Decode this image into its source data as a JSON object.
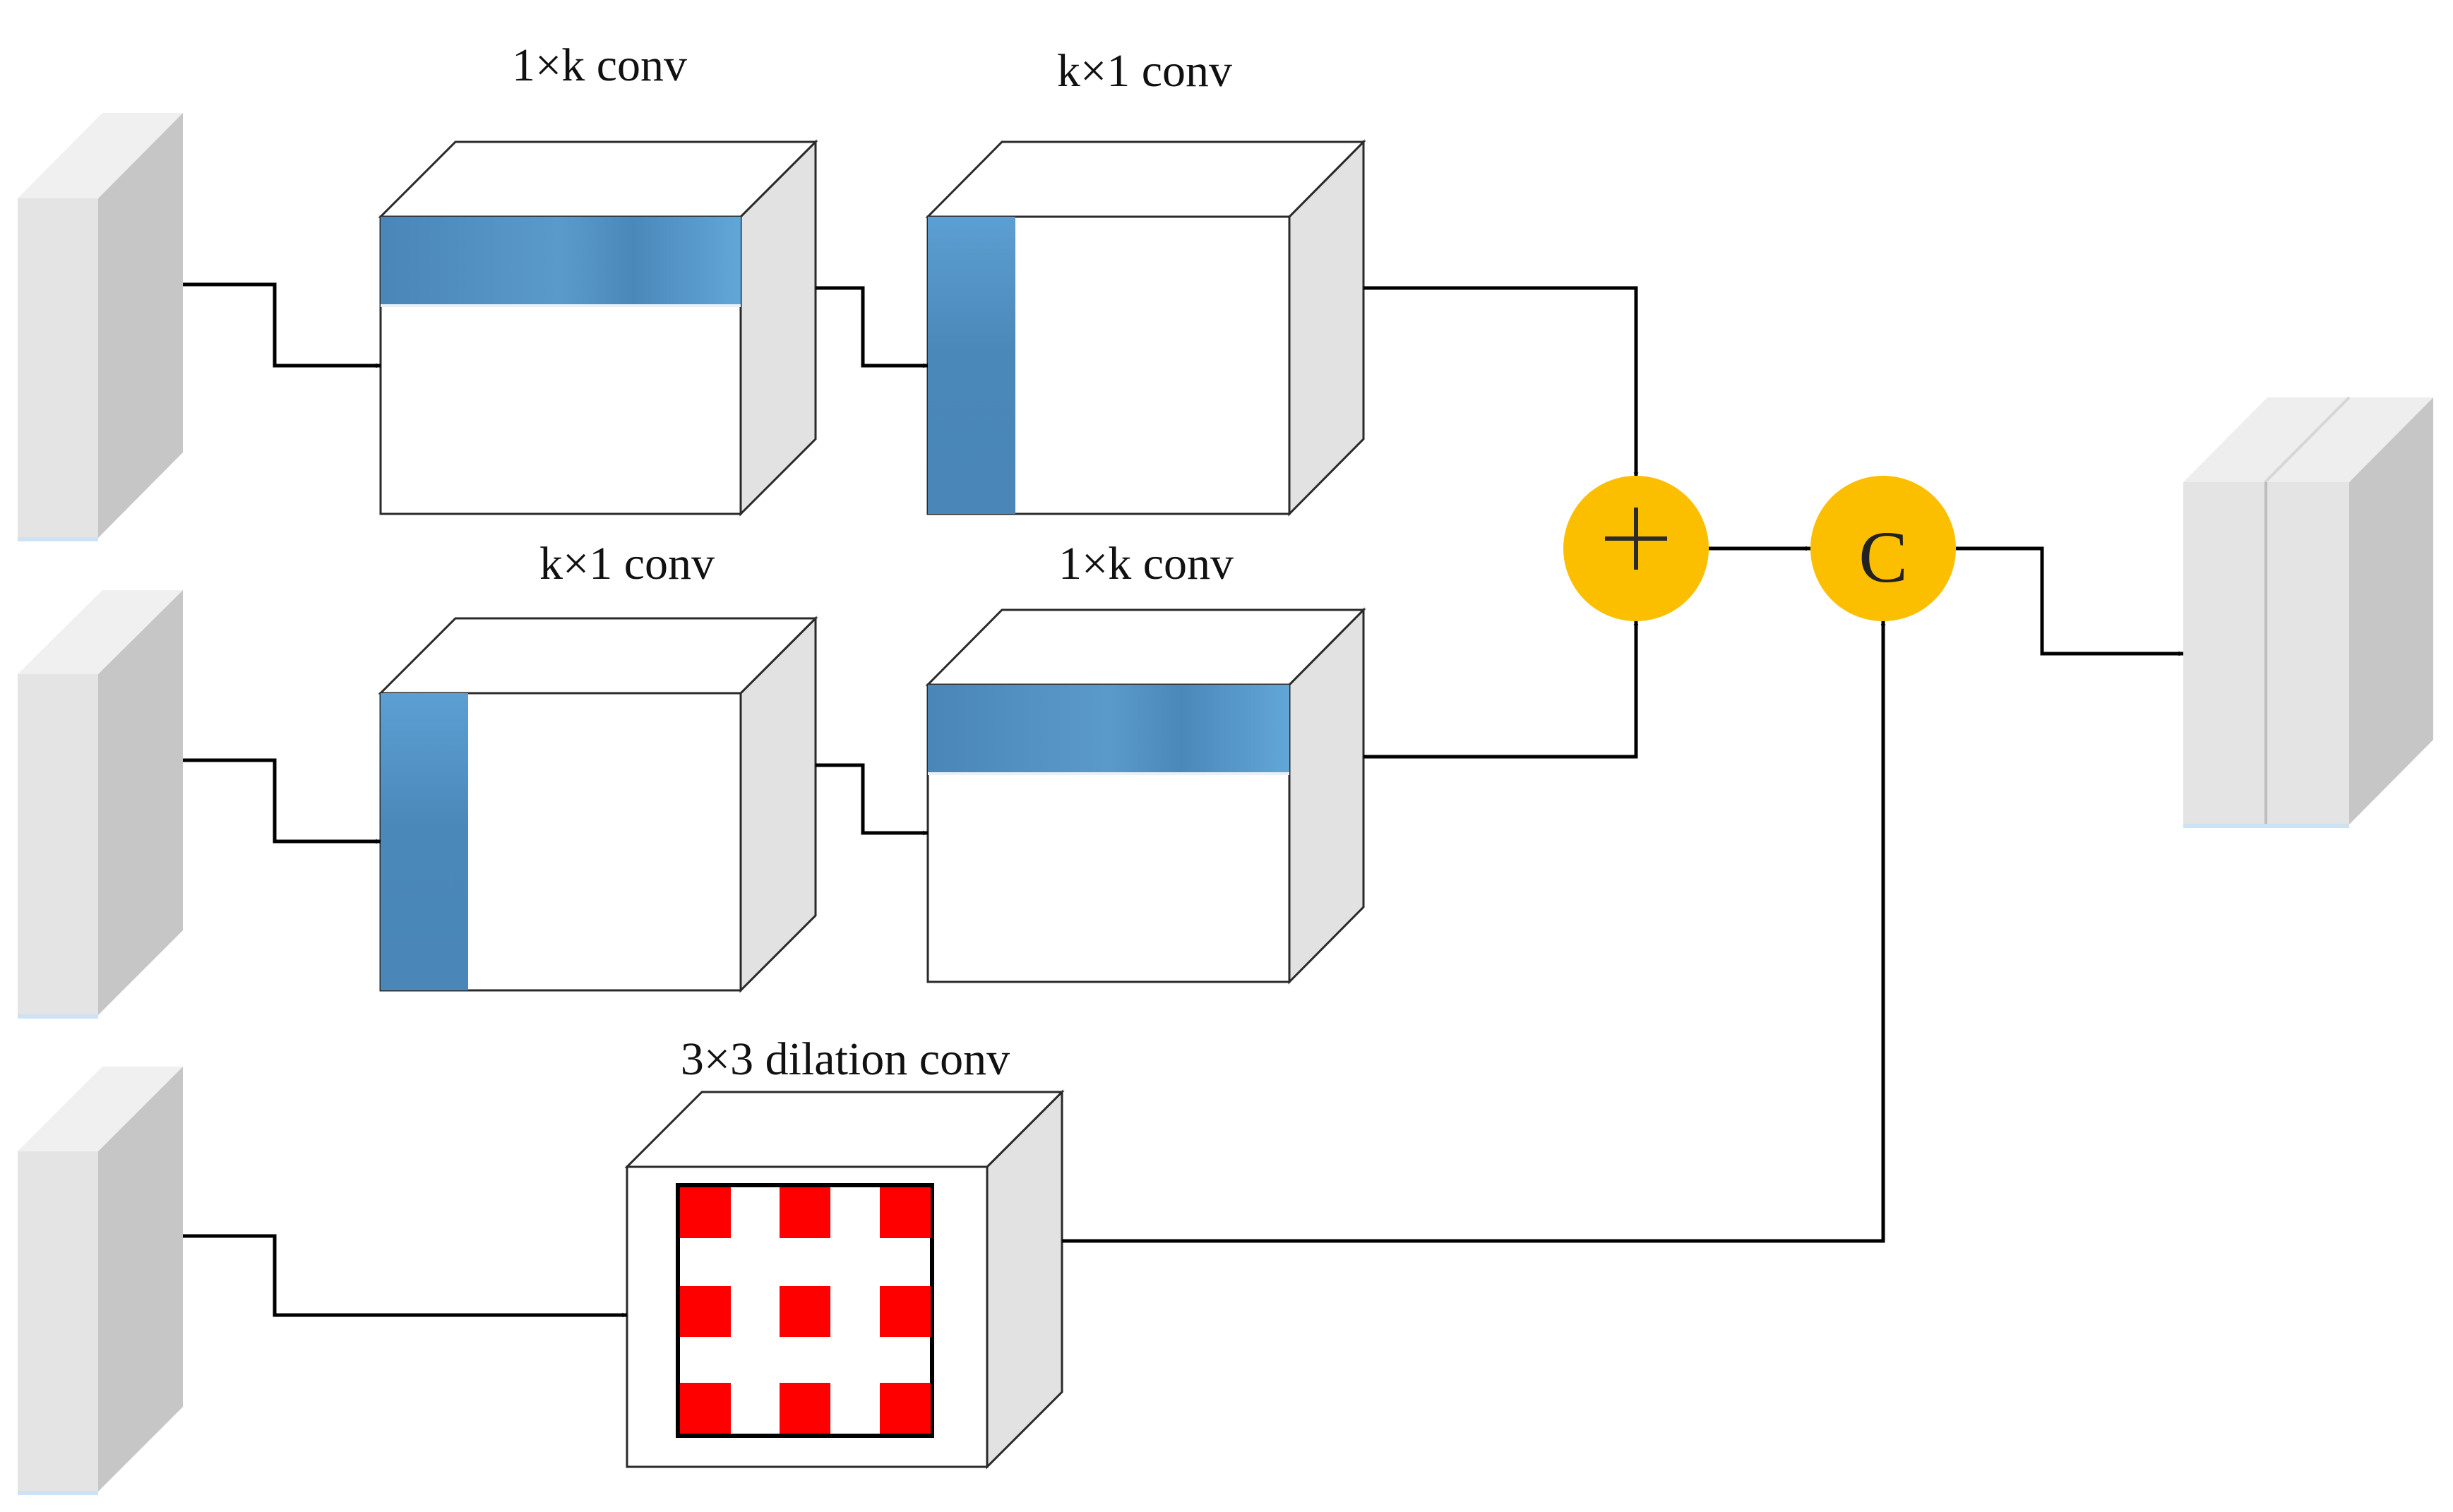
{
  "labels": {
    "top_first": "1×k conv",
    "top_second": "k×1 conv",
    "mid_first": "k×1 conv",
    "mid_second": "1×k conv",
    "dilation": "3×3 dilation conv"
  },
  "operators": {
    "add_symbol": "+",
    "concat_symbol": "C"
  },
  "colors": {
    "background": "#ffffff",
    "feature_map_front": "#e4e4e4",
    "feature_map_side": "#c6c6c6",
    "conv_block_side": "#e2e2e2",
    "kernel_blue": "#4a86b8",
    "kernel_blue_light": "#62a6d8",
    "operator_fill": "#fcbf00",
    "dilation_kernel": "#ff0000",
    "arrow": "#000000"
  },
  "icons": {
    "add": "plus-icon",
    "concat": "concat-c-icon",
    "arrow": "arrow-right-icon"
  }
}
